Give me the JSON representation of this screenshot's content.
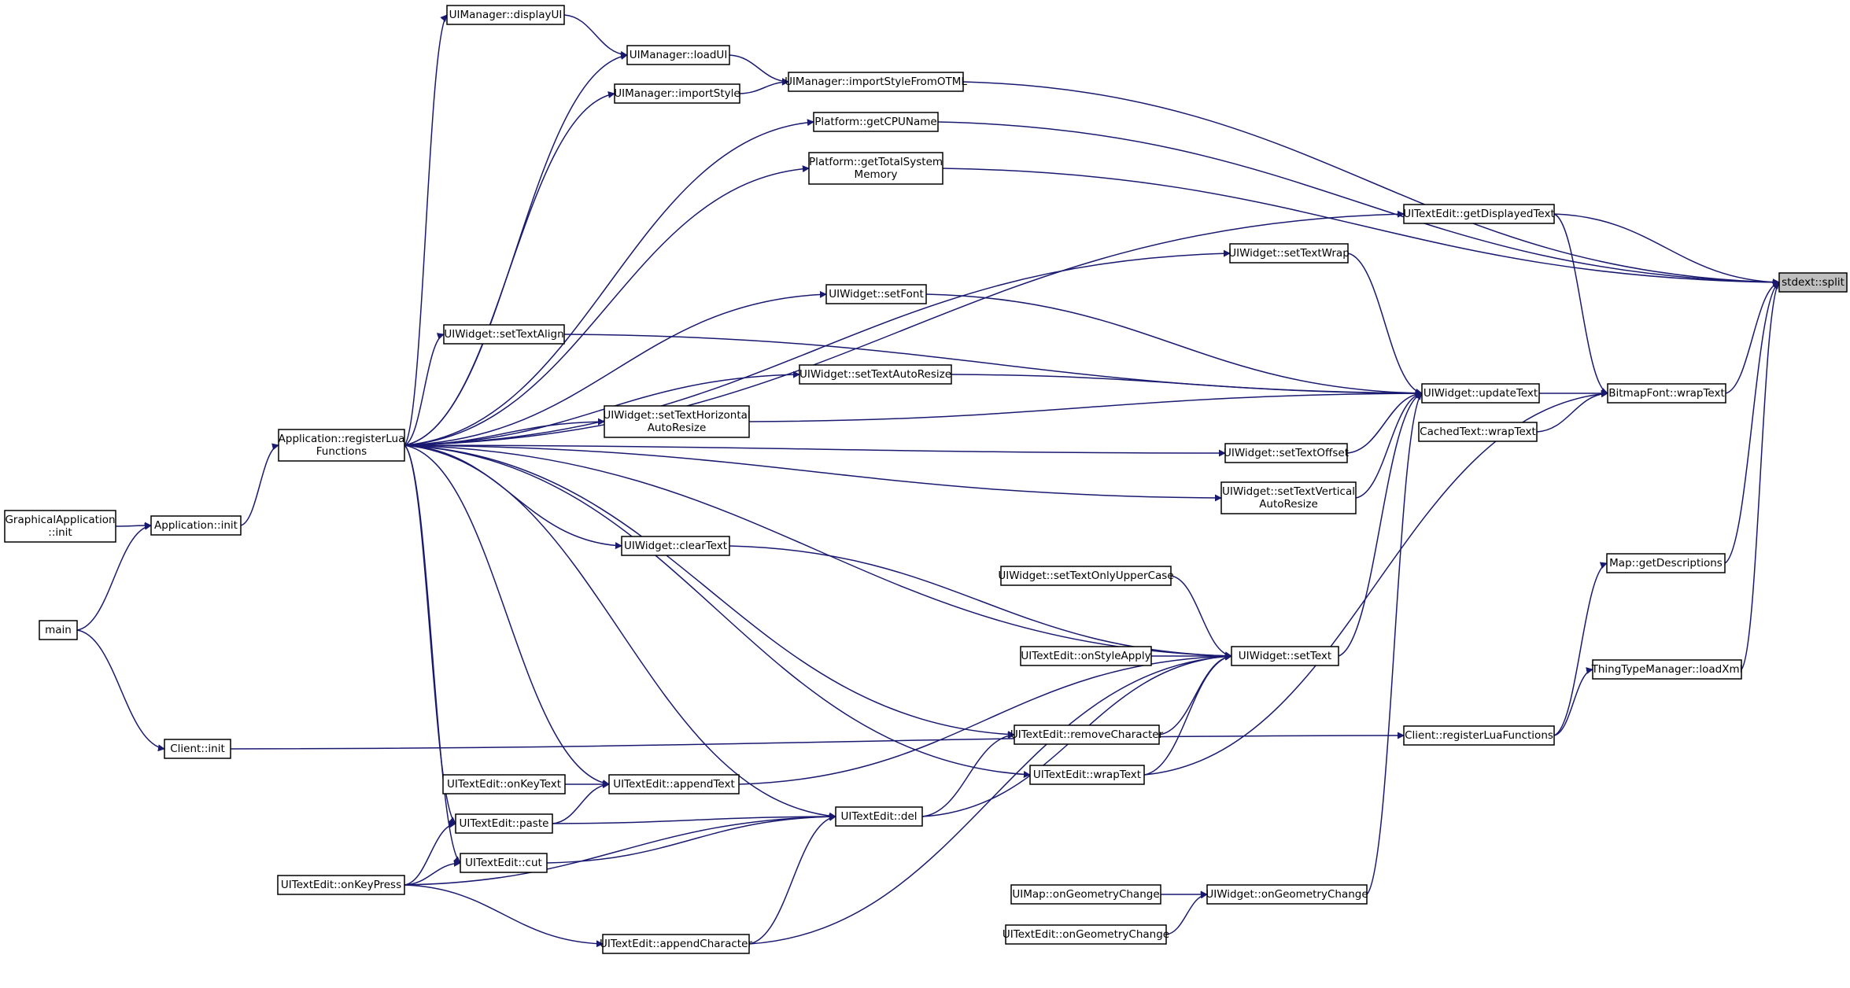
{
  "diagram": {
    "type": "caller-graph",
    "edge_color": "#191970",
    "focus_fill": "#bfbfbf",
    "nodes": [
      {
        "id": "split",
        "lines": [
          "stdext::split"
        ],
        "focus": true
      },
      {
        "id": "displayUI",
        "lines": [
          "UIManager::displayUI"
        ]
      },
      {
        "id": "loadUI",
        "lines": [
          "UIManager::loadUI"
        ]
      },
      {
        "id": "importStyleFromOTML",
        "lines": [
          "UIManager::importStyleFromOTML"
        ]
      },
      {
        "id": "importStyle",
        "lines": [
          "UIManager::importStyle"
        ]
      },
      {
        "id": "getCPUName",
        "lines": [
          "Platform::getCPUName"
        ]
      },
      {
        "id": "getTotalSystemMemory",
        "lines": [
          "Platform::getTotalSystem",
          "Memory"
        ]
      },
      {
        "id": "getDisplayedText",
        "lines": [
          "UITextEdit::getDisplayedText"
        ]
      },
      {
        "id": "setTextWrap",
        "lines": [
          "UIWidget::setTextWrap"
        ]
      },
      {
        "id": "setFont",
        "lines": [
          "UIWidget::setFont"
        ]
      },
      {
        "id": "setTextAlign",
        "lines": [
          "UIWidget::setTextAlign"
        ]
      },
      {
        "id": "setTextAutoResize",
        "lines": [
          "UIWidget::setTextAutoResize"
        ]
      },
      {
        "id": "updateText",
        "lines": [
          "UIWidget::updateText"
        ]
      },
      {
        "id": "bfWrapText",
        "lines": [
          "BitmapFont::wrapText"
        ]
      },
      {
        "id": "setTextHorizontalAutoResize",
        "lines": [
          "UIWidget::setTextHorizontal",
          "AutoResize"
        ]
      },
      {
        "id": "cachedWrapText",
        "lines": [
          "CachedText::wrapText"
        ]
      },
      {
        "id": "registerLuaFunctions",
        "lines": [
          "Application::registerLua",
          "Functions"
        ]
      },
      {
        "id": "setTextOffset",
        "lines": [
          "UIWidget::setTextOffset"
        ]
      },
      {
        "id": "setTextVerticalAutoResize",
        "lines": [
          "UIWidget::setTextVertical",
          "AutoResize"
        ]
      },
      {
        "id": "gfxAppInit",
        "lines": [
          "GraphicalApplication",
          "::init"
        ]
      },
      {
        "id": "appInit",
        "lines": [
          "Application::init"
        ]
      },
      {
        "id": "clearText",
        "lines": [
          "UIWidget::clearText"
        ]
      },
      {
        "id": "getDescriptions",
        "lines": [
          "Map::getDescriptions"
        ]
      },
      {
        "id": "main",
        "lines": [
          "main"
        ]
      },
      {
        "id": "setTextOnlyUpperCase",
        "lines": [
          "UIWidget::setTextOnlyUpperCase"
        ]
      },
      {
        "id": "onStyleApply",
        "lines": [
          "UITextEdit::onStyleApply"
        ]
      },
      {
        "id": "setText",
        "lines": [
          "UIWidget::setText"
        ]
      },
      {
        "id": "loadXml",
        "lines": [
          "ThingTypeManager::loadXml"
        ]
      },
      {
        "id": "removeCharacter",
        "lines": [
          "UITextEdit::removeCharacter"
        ]
      },
      {
        "id": "clientRegisterLua",
        "lines": [
          "Client::registerLuaFunctions"
        ]
      },
      {
        "id": "clientInit",
        "lines": [
          "Client::init"
        ]
      },
      {
        "id": "teWrapText",
        "lines": [
          "UITextEdit::wrapText"
        ]
      },
      {
        "id": "onKeyText",
        "lines": [
          "UITextEdit::onKeyText"
        ]
      },
      {
        "id": "appendText",
        "lines": [
          "UITextEdit::appendText"
        ]
      },
      {
        "id": "del",
        "lines": [
          "UITextEdit::del"
        ]
      },
      {
        "id": "paste",
        "lines": [
          "UITextEdit::paste"
        ]
      },
      {
        "id": "cut",
        "lines": [
          "UITextEdit::cut"
        ]
      },
      {
        "id": "onKeyPress",
        "lines": [
          "UITextEdit::onKeyPress"
        ]
      },
      {
        "id": "uiMapOnGeometryChange",
        "lines": [
          "UIMap::onGeometryChange"
        ]
      },
      {
        "id": "widgetOnGeometryChange",
        "lines": [
          "UIWidget::onGeometryChange"
        ]
      },
      {
        "id": "teOnGeometryChange",
        "lines": [
          "UITextEdit::onGeometryChange"
        ]
      },
      {
        "id": "appendCharacter",
        "lines": [
          "UITextEdit::appendCharacter"
        ]
      }
    ],
    "edges": [
      [
        "displayUI",
        "loadUI"
      ],
      [
        "loadUI",
        "importStyleFromOTML"
      ],
      [
        "importStyle",
        "importStyleFromOTML"
      ],
      [
        "importStyleFromOTML",
        "split"
      ],
      [
        "getCPUName",
        "split"
      ],
      [
        "getTotalSystemMemory",
        "split"
      ],
      [
        "getDisplayedText",
        "split"
      ],
      [
        "getDisplayedText",
        "bfWrapText"
      ],
      [
        "bfWrapText",
        "split"
      ],
      [
        "getDescriptions",
        "split"
      ],
      [
        "loadXml",
        "split"
      ],
      [
        "setTextWrap",
        "updateText"
      ],
      [
        "setFont",
        "updateText"
      ],
      [
        "setTextAlign",
        "updateText"
      ],
      [
        "setTextAutoResize",
        "updateText"
      ],
      [
        "setTextHorizontalAutoResize",
        "updateText"
      ],
      [
        "setTextOffset",
        "updateText"
      ],
      [
        "setTextVerticalAutoResize",
        "updateText"
      ],
      [
        "setText",
        "updateText"
      ],
      [
        "widgetOnGeometryChange",
        "updateText"
      ],
      [
        "updateText",
        "bfWrapText"
      ],
      [
        "cachedWrapText",
        "bfWrapText"
      ],
      [
        "teWrapText",
        "bfWrapText"
      ],
      [
        "registerLuaFunctions",
        "displayUI"
      ],
      [
        "registerLuaFunctions",
        "loadUI"
      ],
      [
        "registerLuaFunctions",
        "importStyle"
      ],
      [
        "registerLuaFunctions",
        "getCPUName"
      ],
      [
        "registerLuaFunctions",
        "getTotalSystemMemory"
      ],
      [
        "registerLuaFunctions",
        "getDisplayedText"
      ],
      [
        "registerLuaFunctions",
        "setTextWrap"
      ],
      [
        "registerLuaFunctions",
        "setFont"
      ],
      [
        "registerLuaFunctions",
        "setTextAlign"
      ],
      [
        "registerLuaFunctions",
        "setTextAutoResize"
      ],
      [
        "registerLuaFunctions",
        "setTextHorizontalAutoResize"
      ],
      [
        "registerLuaFunctions",
        "setTextOffset"
      ],
      [
        "registerLuaFunctions",
        "setTextVerticalAutoResize"
      ],
      [
        "registerLuaFunctions",
        "clearText"
      ],
      [
        "registerLuaFunctions",
        "setText"
      ],
      [
        "registerLuaFunctions",
        "removeCharacter"
      ],
      [
        "registerLuaFunctions",
        "teWrapText"
      ],
      [
        "registerLuaFunctions",
        "appendText"
      ],
      [
        "registerLuaFunctions",
        "del"
      ],
      [
        "registerLuaFunctions",
        "paste"
      ],
      [
        "registerLuaFunctions",
        "cut"
      ],
      [
        "appInit",
        "registerLuaFunctions"
      ],
      [
        "gfxAppInit",
        "appInit"
      ],
      [
        "main",
        "appInit"
      ],
      [
        "main",
        "clientInit"
      ],
      [
        "clientInit",
        "clientRegisterLua"
      ],
      [
        "clientRegisterLua",
        "getDescriptions"
      ],
      [
        "clientRegisterLua",
        "loadXml"
      ],
      [
        "clearText",
        "setText"
      ],
      [
        "setTextOnlyUpperCase",
        "setText"
      ],
      [
        "onStyleApply",
        "setText"
      ],
      [
        "removeCharacter",
        "setText"
      ],
      [
        "teWrapText",
        "setText"
      ],
      [
        "appendText",
        "setText"
      ],
      [
        "del",
        "setText"
      ],
      [
        "appendCharacter",
        "setText"
      ],
      [
        "del",
        "removeCharacter"
      ],
      [
        "onKeyText",
        "appendText"
      ],
      [
        "paste",
        "appendText"
      ],
      [
        "paste",
        "del"
      ],
      [
        "cut",
        "del"
      ],
      [
        "onKeyPress",
        "del"
      ],
      [
        "appendCharacter",
        "del"
      ],
      [
        "onKeyPress",
        "paste"
      ],
      [
        "onKeyPress",
        "cut"
      ],
      [
        "onKeyPress",
        "appendCharacter"
      ],
      [
        "uiMapOnGeometryChange",
        "widgetOnGeometryChange"
      ],
      [
        "teOnGeometryChange",
        "widgetOnGeometryChange"
      ]
    ]
  }
}
